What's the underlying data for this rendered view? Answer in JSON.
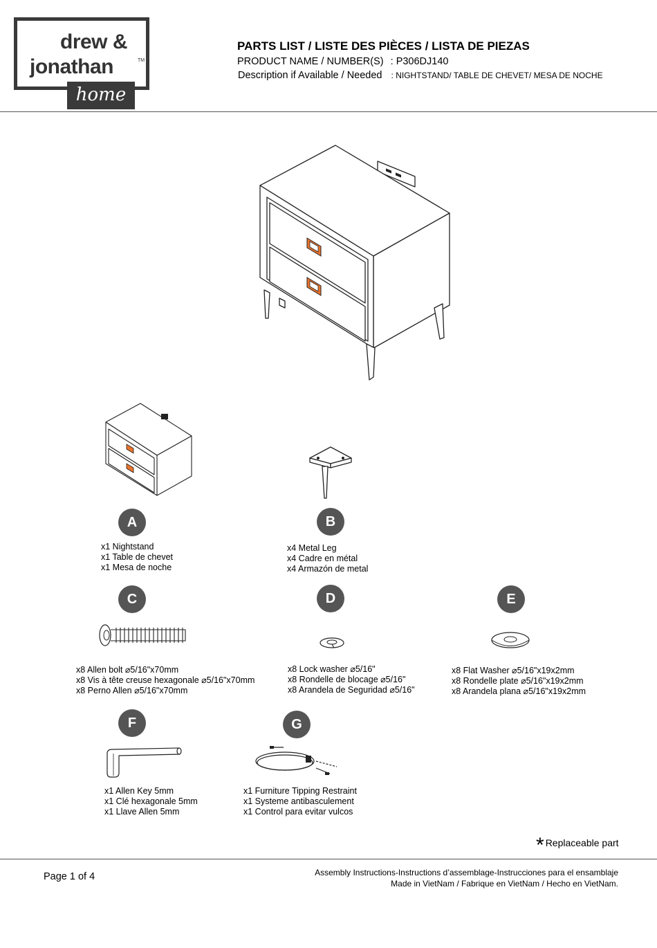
{
  "logo": {
    "line1": "drew &",
    "line2": "jonathan",
    "tm": "TM",
    "tag": "home"
  },
  "header": {
    "title": "PARTS LIST / LISTE DES PIÈCES / LISTA DE PIEZAS",
    "product_label": "PRODUCT NAME / NUMBER(S)",
    "product_value": ": P306DJ140",
    "desc_label": "Description if Available / Needed",
    "desc_value": ": NIGHTSTAND/ TABLE DE CHEVET/ MESA DE NOCHE"
  },
  "parts": {
    "A": {
      "letter": "A",
      "lines": [
        "x1 Nightstand",
        "x1 Table de chevet",
        "x1 Mesa de noche"
      ]
    },
    "B": {
      "letter": "B",
      "lines": [
        "x4 Metal Leg",
        "x4 Cadre en métal",
        "x4 Armazón de metal"
      ]
    },
    "C": {
      "letter": "C",
      "lines": [
        "x8 Allen bolt ⌀5/16\"x70mm",
        "x8 Vis à tête creuse hexagonale ⌀5/16\"x70mm",
        "x8 Perno Allen ⌀5/16\"x70mm"
      ]
    },
    "D": {
      "letter": "D",
      "lines": [
        "x8 Lock washer ⌀5/16\"",
        "x8 Rondelle de blocage ⌀5/16\"",
        "x8 Arandela de Seguridad ⌀5/16\""
      ]
    },
    "E": {
      "letter": "E",
      "lines": [
        "x8 Flat Washer ⌀5/16\"x19x2mm",
        "x8 Rondelle plate ⌀5/16\"x19x2mm",
        "x8 Arandela plana ⌀5/16\"x19x2mm"
      ]
    },
    "F": {
      "letter": "F",
      "lines": [
        "x1 Allen Key 5mm",
        "x1 Clé hexagonale 5mm",
        "x1 Llave Allen 5mm"
      ]
    },
    "G": {
      "letter": "G",
      "lines": [
        "x1 Furniture Tipping Restraint",
        "x1 Systeme antibasculement",
        "x1 Control para evitar vulcos"
      ]
    }
  },
  "replaceable_note": "Replaceable part",
  "replaceable_star": "*",
  "footer": {
    "page": "Page 1 of 4",
    "line1": "Assembly Instructions-Instructions d’assemblage-Instrucciones para el ensamblaje",
    "line2": "Made in VietNam / Fabrique en VietNam / Hecho en VietNam."
  },
  "colors": {
    "handle": "#e8742c",
    "badge": "#555555"
  }
}
